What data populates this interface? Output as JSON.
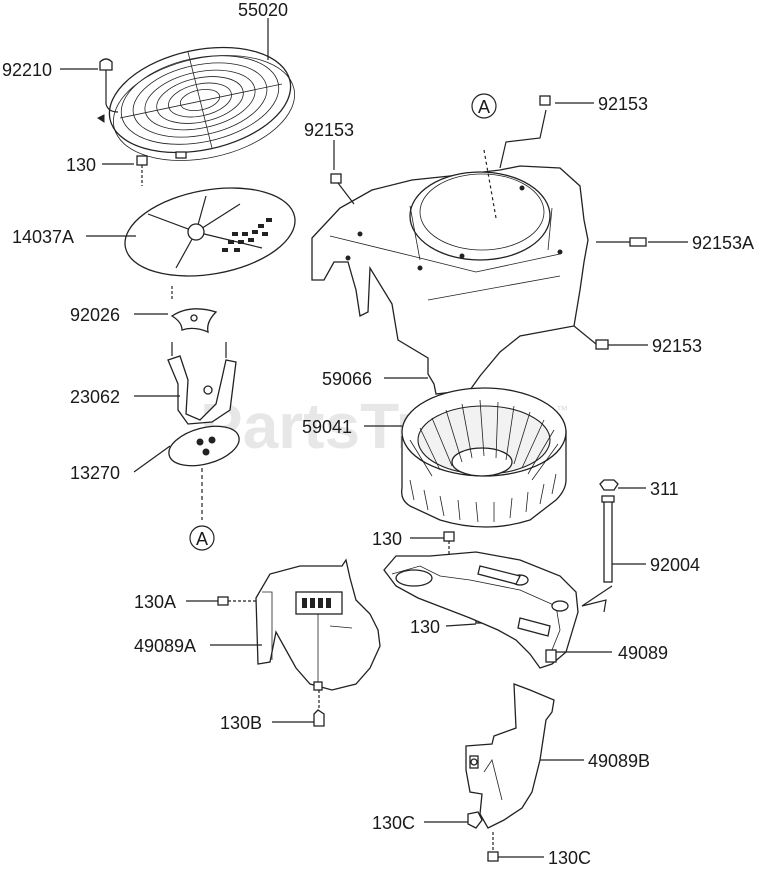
{
  "watermark": "PartsTree",
  "trademark": "™",
  "ref_marker": "A",
  "labels": {
    "p55020": "55020",
    "p92210": "92210",
    "p130_top": "130",
    "p14037A": "14037A",
    "p92026": "92026",
    "p23062": "23062",
    "p13270": "13270",
    "p92153_top": "92153",
    "p92153_left": "92153",
    "p92153A": "92153A",
    "p92153_right": "92153",
    "p59066": "59066",
    "p59041": "59041",
    "p311": "311",
    "p130_mid": "130",
    "p92004": "92004",
    "p130A": "130A",
    "p49089A": "49089A",
    "p130_low": "130",
    "p49089": "49089",
    "p130B": "130B",
    "p49089B": "49089B",
    "p130C_a": "130C",
    "p130C_b": "130C"
  }
}
